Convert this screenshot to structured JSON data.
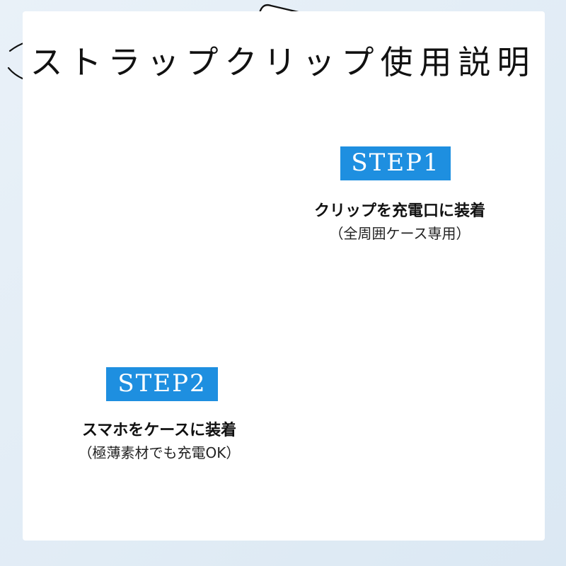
{
  "title": "ストラップクリップ使用説明",
  "step1": {
    "badge": "STEP1",
    "heading": "クリップを充電口に装着",
    "sub": "（全周囲ケース専用）"
  },
  "step2": {
    "badge": "STEP2",
    "heading": "スマホをケースに装着",
    "sub": "（極薄素材でも充電OK）"
  },
  "colors": {
    "badge": "#1e8fe0",
    "background": "#e3edf6"
  }
}
